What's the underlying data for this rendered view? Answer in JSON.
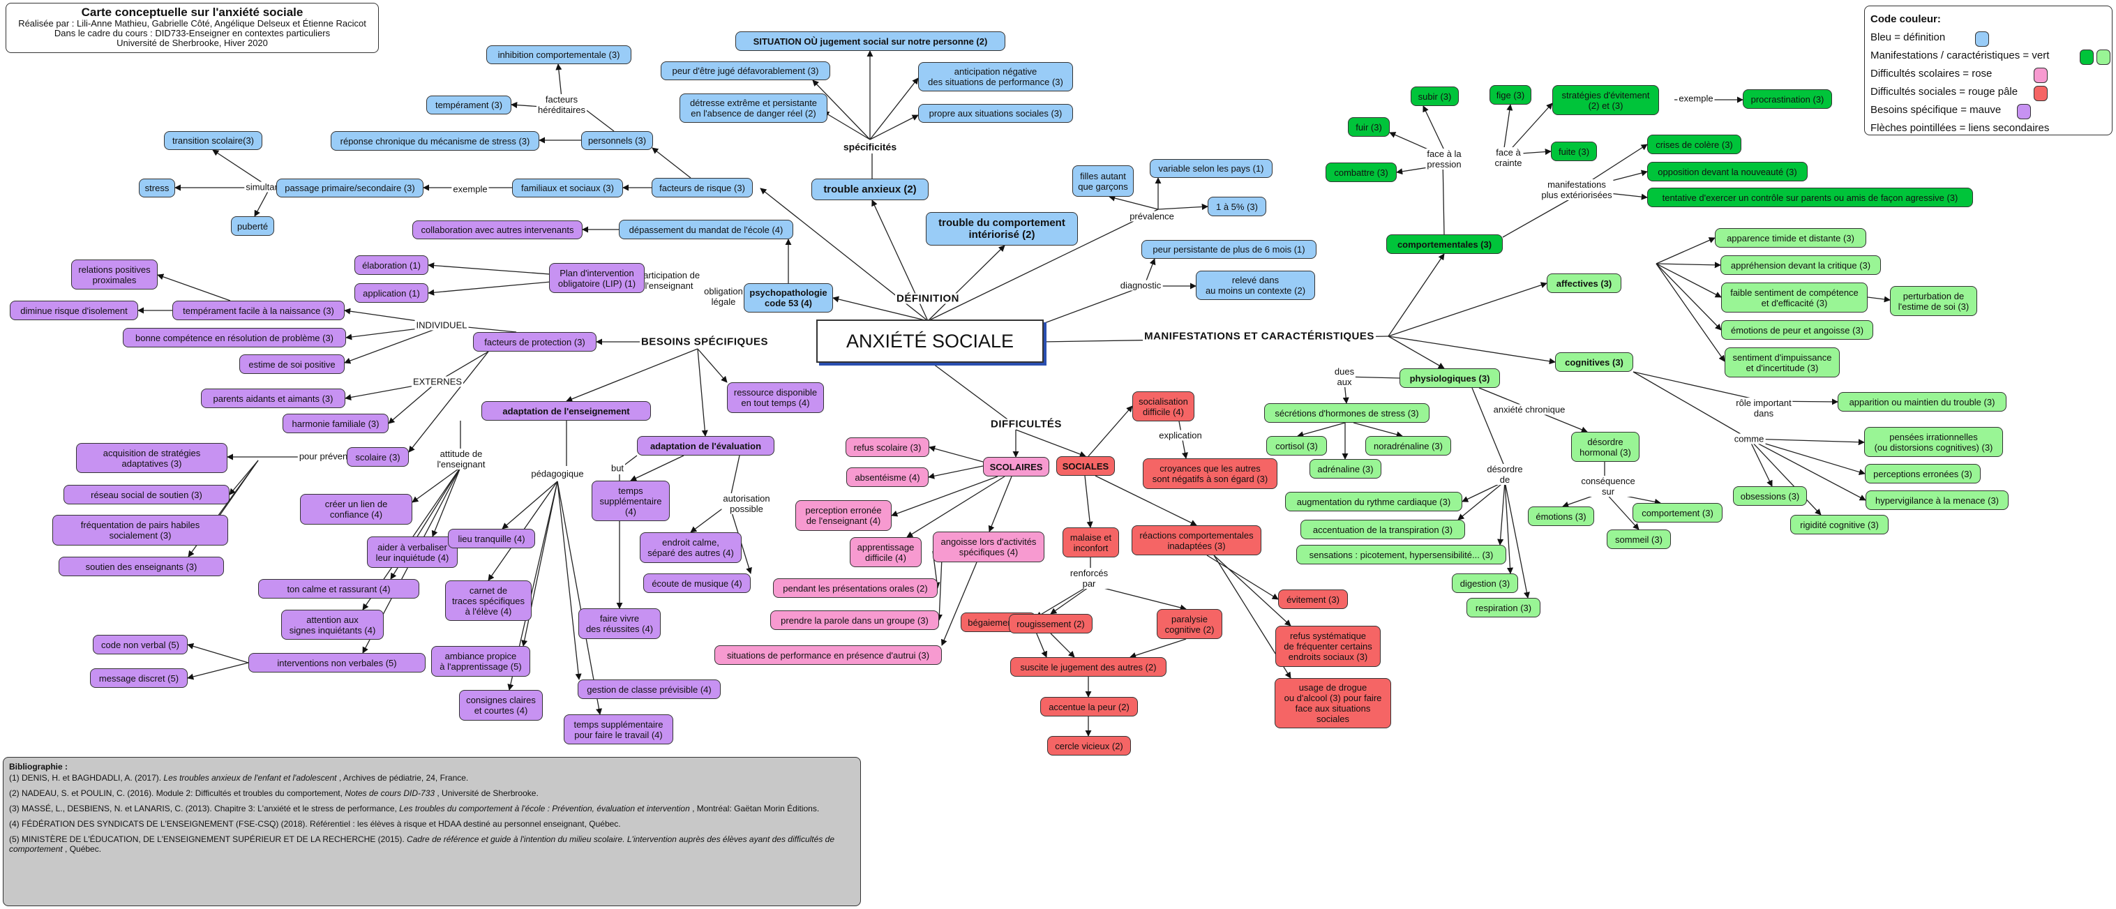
{
  "title_box": {
    "title": "Carte conceptuelle sur l'anxiété sociale",
    "line1": "Réalisée par : Lili-Anne Mathieu, Gabrielle Côté, Angélique Delseux et Étienne Racicot",
    "line2": "Dans le cadre du cours : DID733-Enseigner en contextes particuliers",
    "line3": "Université de Sherbrooke, Hiver 2020"
  },
  "center_label": "ANXIÉTÉ SOCIALE",
  "legend": {
    "title": "Code couleur:",
    "rows": [
      {
        "text": "Bleu = définition"
      },
      {
        "text": "Manifestations / caractéristiques = vert"
      },
      {
        "text": "Difficultés scolaires = rose"
      },
      {
        "text": "Difficultés sociales = rouge pâle"
      },
      {
        "text": "Besoins spécifique = mauve"
      },
      {
        "text": "Flèches pointillées = liens secondaires"
      }
    ],
    "colors": {
      "blue": "#99ccf7",
      "green": "#00c43a",
      "lgreen": "#99f595",
      "pink": "#f79ad0",
      "red": "#f56565",
      "purple": "#c792f2"
    }
  },
  "branch_labels": {
    "definition": "DÉFINITION",
    "manifestations": "MANIFESTATIONS ET CARACTÉRISTIQUES",
    "difficultes": "DIFFICULTÉS",
    "besoins": "BESOINS SPÉCIFIQUES"
  },
  "nodes": {
    "situation": "SITUATION OÙ jugement social sur notre personne (2)",
    "juge": "peur d'être jugé défavorablement (3)",
    "detresse": "détresse extrême et persistante\nen l'absence de danger réel (2)",
    "anticipation": "anticipation négative\ndes situations de performance (3)",
    "propre": "propre aux situations sociales (3)",
    "trouble_anxieux": "trouble anxieux (2)",
    "trouble_comportement": "trouble du comportement\nintériorisé (2)",
    "filles": "filles autant\nque garçons",
    "variable": "variable selon les pays (1)",
    "pct": "1 à 5% (3)",
    "persistante": "peur persistante de plus de 6 mois (1)",
    "releve": "relevé dans\nau moins un contexte (2)",
    "psychopathologie": "psychopathologie\ncode 53 (4)",
    "inhibition": "inhibition comportementale (3)",
    "temperament": "tempérament (3)",
    "reponse": "réponse chronique du mécanisme de stress (3)",
    "personnels": "personnels (3)",
    "facteurs_risque": "facteurs de risque (3)",
    "familiaux": "familiaux et sociaux (3)",
    "passage": "passage primaire/secondaire (3)",
    "transition": "transition scolaire(3)",
    "stress": "stress",
    "puberte": "puberté",
    "depassement": "dépassement du mandat de l'école (4)",
    "collaboration": "collaboration avec autres intervenants",
    "plan": "Plan d'intervention\nobligatoire (LIP) (1)",
    "elaboration": "élaboration (1)",
    "application": "application (1)",
    "relations": "relations positives\nproximales",
    "temperament_facile": "tempérament facile à la naissance (3)",
    "diminue": "diminue risque d'isolement",
    "bonne_competence": "bonne compétence en résolution de problème (3)",
    "estime": "estime de soi positive",
    "facteurs_protection": "facteurs de protection (3)",
    "parents": "parents aidants et aimants (3)",
    "harmonie": "harmonie familiale (3)",
    "scolaire": "scolaire (3)",
    "acquisition": "acquisition de stratégies\nadaptatives (3)",
    "reseau": "réseau social de soutien (3)",
    "frequentation": "fréquentation de pairs habiles\nsocialement (3)",
    "soutien": "soutien des enseignants (3)",
    "adaptation_ens": "adaptation de l'enseignement",
    "creer": "créer un lien de\nconfiance (4)",
    "aider": "aider à verbaliser\nleur inquiétude (4)",
    "ton": "ton calme et rassurant (4)",
    "attention": "attention aux\nsignes inquiétants (4)",
    "interventions": "interventions non verbales (5)",
    "code_nv": "code non verbal (5)",
    "message": "message discret (5)",
    "lieu": "lieu tranquille (4)",
    "carnet": "carnet de\ntraces spécifiques\nà l'élève (4)",
    "ambiance": "ambiance propice\nà l'apprentissage (5)",
    "consignes": "consignes claires\net courtes (4)",
    "gestion": "gestion de classe prévisible (4)",
    "temps_trav": "temps supplémentaire\npour faire le travail (4)",
    "adaptation_eval": "adaptation de l'évaluation",
    "temps_sup": "temps\nsupplémentaire\n(4)",
    "endroit": "endroit calme,\nséparé des autres (4)",
    "ecoute": "écoute de musique (4)",
    "faire_vivre": "faire vivre\ndes réussites (4)",
    "ressource": "ressource disponible\nen tout temps (4)",
    "refus": "refus scolaire (3)",
    "absenteisme": "absentéisme (4)",
    "perception": "perception erronée\nde l'enseignant (4)",
    "apprentissage": "apprentissage\ndifficile (4)",
    "angoisse": "angoisse lors d'activités\nspécifiques (4)",
    "scolaires": "SCOLAIRES",
    "pendant": "pendant les présentations orales (2)",
    "prendre": "prendre la parole dans un groupe (3)",
    "situations_perf": "situations de performance en présence d'autrui (3)",
    "sociales": "SOCIALES",
    "socialisation": "socialisation\ndifficile (4)",
    "croyances": "croyances que les autres\nsont négatifs à son égard (3)",
    "malaise": "malaise et\ninconfort",
    "reactions": "réactions comportementales\ninadaptées (3)",
    "begaiement": "bégaiement (2)",
    "rougissement": "rougissement (2)",
    "paralysie": "paralysie\ncognitive (2)",
    "suscite": "suscite le jugement des autres (2)",
    "accentue": "accentue la peur (2)",
    "cercle": "cercle vicieux (2)",
    "evitement": "évitement (3)",
    "refus_sys": "refus systématique\nde fréquenter certains\nendroits sociaux (3)",
    "usage": "usage de drogue\nou d'alcool (3) pour faire\nface aux situations\nsociales",
    "comportementales": "comportementales (3)",
    "fuir": "fuir (3)",
    "combattre": "combattre (3)",
    "subir": "subir (3)",
    "fige": "fige (3)",
    "strategies": "stratégies d'évitement\n(2) et (3)",
    "procrastination": "procrastination (3)",
    "fuite": "fuite (3)",
    "crises": "crises de colère (3)",
    "opposition": "opposition devant la nouveauté (3)",
    "tentative": "tentative d'exercer un contrôle sur parents ou amis de façon agressive (3)",
    "affectives": "affectives (3)",
    "apparence": "apparence timide et distante (3)",
    "apprehension": "appréhension devant la critique (3)",
    "faible": "faible sentiment de compétence\net d'efficacité (3)",
    "perturbation": "perturbation de\nl'estime de soi (3)",
    "emotions_peur": "émotions de peur et angoisse (3)",
    "sentiment": "sentiment d'impuissance\net d'incertitude (3)",
    "cognitives": "cognitives (3)",
    "apparition": "apparition ou maintien du trouble (3)",
    "pensees": "pensées irrationnelles\n(ou distorsions cognitives) (3)",
    "perceptions": "perceptions erronées (3)",
    "hypervigilance": "hypervigilance à la menace (3)",
    "obsessions": "obsessions (3)",
    "rigidite": "rigidité cognitive (3)",
    "physiologiques": "physiologiques (3)",
    "secretions": "sécrétions d'hormones de stress (3)",
    "cortisol": "cortisol (3)",
    "noradrenaline": "noradrénaline (3)",
    "adrenaline": "adrénaline (3)",
    "desordre": "désordre\nhormonal (3)",
    "emotions": "émotions (3)",
    "comportement": "comportement (3)",
    "sommeil": "sommeil (3)",
    "augmentation": "augmentation du rythme cardiaque (3)",
    "accentuation": "accentuation de la transpiration (3)",
    "sensations": "sensations : picotement, hypersensibilité... (3)",
    "digestion": "digestion (3)",
    "respiration": "respiration (3)"
  },
  "edge_labels": {
    "specificites": "spécificités",
    "facteurs_hered": "facteurs\nhéréditaires",
    "simultaneite": "simultanéité",
    "exemple1": "exemple",
    "participation": "participation de\nl'enseignant",
    "obligation": "obligation\nlégale",
    "individuel": "INDIVIDUEL",
    "externes": "EXTERNES",
    "pour_prevention": "pour prévention",
    "attitude": "attitude de\nl'enseignant",
    "pedagogique": "pédagogique",
    "exemple2": "exemple",
    "but": "but",
    "autorisation": "autorisation\npossible",
    "prevalence": "prévalence",
    "diagnostic": "diagnostic",
    "explication": "explication",
    "renforces": "renforcés\npar",
    "face_pression": "face à la\npression",
    "face_crainte": "face à\ncrainte",
    "exemple3": "exemple",
    "manifestations_ext": "manifestations\nplus extériorisées",
    "dues_aux": "dues\naux",
    "anxiete_chronique": "anxiété chronique",
    "consequence_sur": "conséquence\nsur",
    "desordre_de": "désordre\nde",
    "role_important": "rôle important\ndans",
    "comme": "comme"
  },
  "bibliography": {
    "title": "Bibliographie :",
    "refs": [
      {
        "a": "(1) DENIS, H. et BAGHDADLI, A. (2017). ",
        "i": "Les troubles anxieux de l'enfant et l'adolescent",
        "b": " , Archives de pédiatrie, 24, France."
      },
      {
        "a": "(2) NADEAU, S. et POULIN, C. (2016). Module 2: Difficultés et troubles du comportement, ",
        "i": "Notes de cours DID-733",
        "b": " , Université de Sherbrooke."
      },
      {
        "a": "(3) MASSÉ, L., DESBIENS, N. et LANARIS, C. (2013). Chapitre 3: L'anxiété et le stress de performance, ",
        "i": "Les troubles du comportement à l'école : Prévention, évaluation et intervention",
        "b": " , Montréal: Gaëtan Morin Éditions."
      },
      {
        "a": "(4) FÉDÉRATION DES SYNDICATS DE L'ENSEIGNEMENT (FSE-CSQ) (2018). Référentiel : les élèves à risque et HDAA destiné au personnel enseignant, Québec.",
        "i": "",
        "b": ""
      },
      {
        "a": "(5) MINISTÈRE DE L'ÉDUCATION, DE L'ENSEIGNEMENT SUPÉRIEUR ET DE LA RECHERCHE (2015). ",
        "i": "Cadre de référence et guide à l'intention du milieu scolaire. L'intervention auprès des élèves ayant des difficultés de comportement",
        "b": " , Québec."
      }
    ]
  }
}
